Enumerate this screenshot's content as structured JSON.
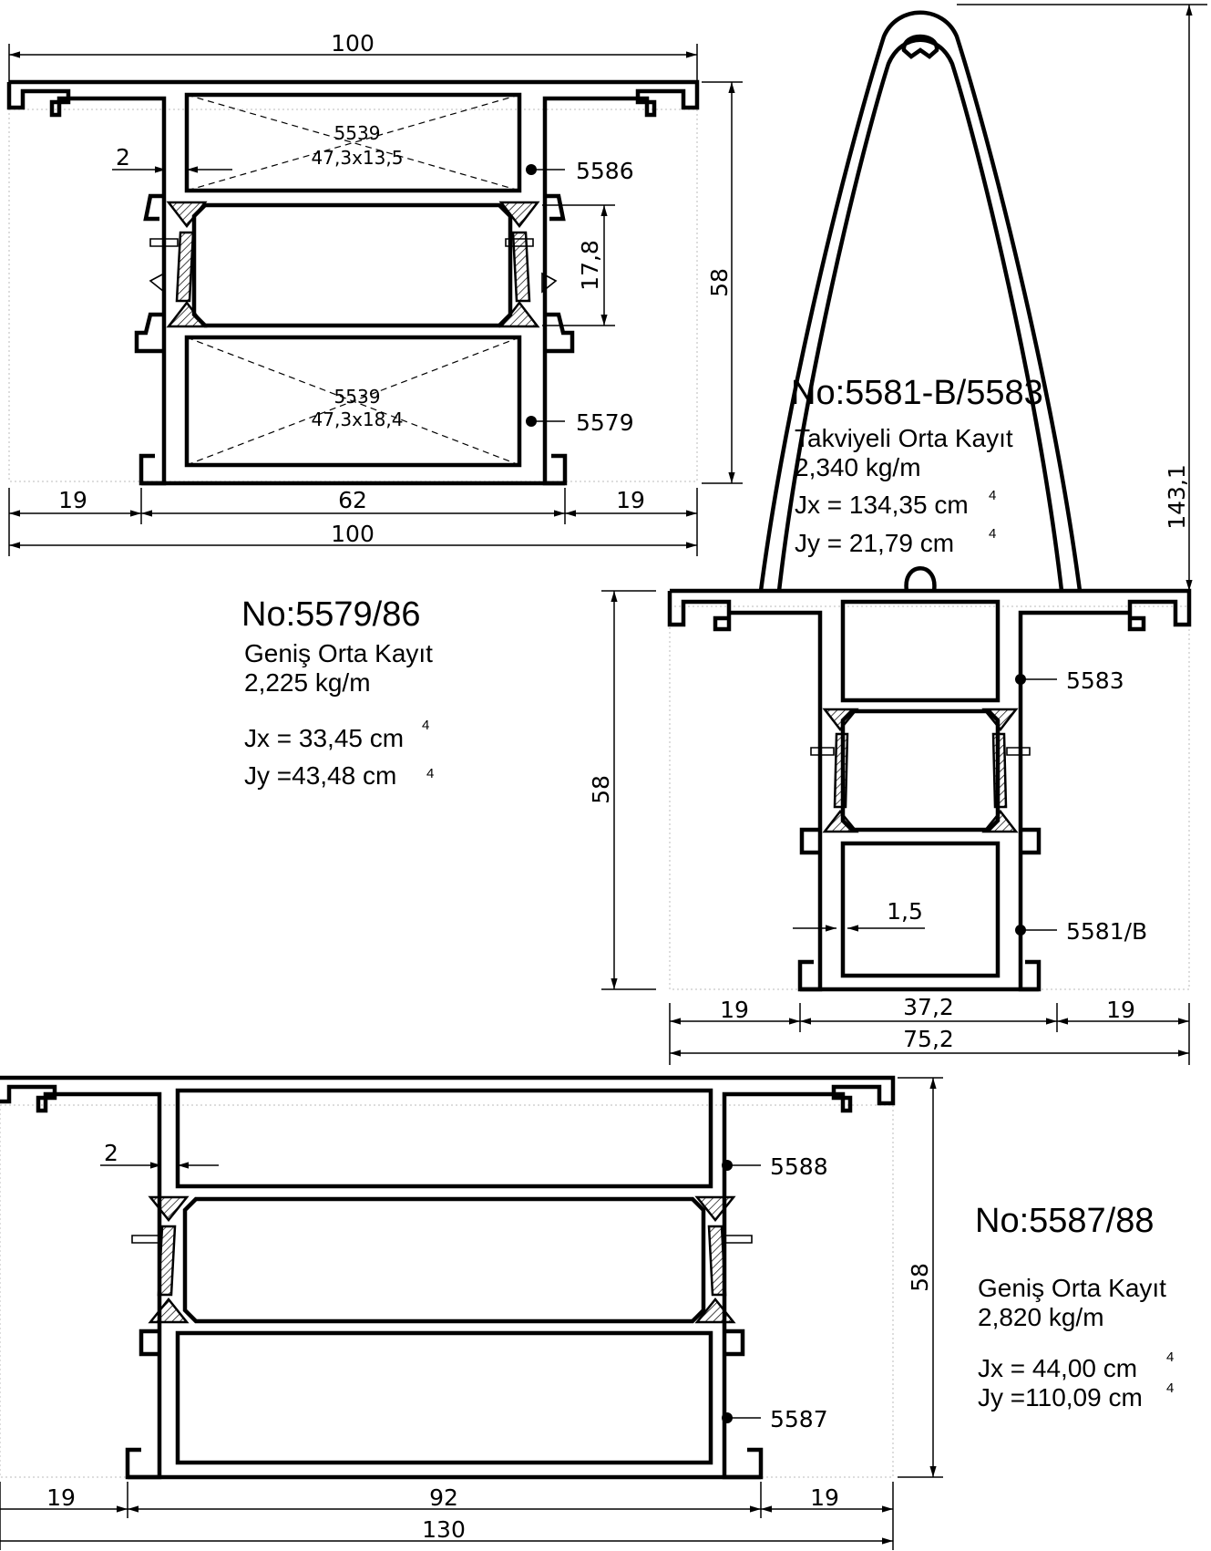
{
  "profiles": {
    "p5579": {
      "title": "No:5579/86",
      "desc": "Geniş Orta Kayıt",
      "weight": "2,225 kg/m",
      "jx": "Jx = 33,45 cm",
      "jy": "Jy =43,48 cm",
      "exp": "4",
      "dims": {
        "top": "100",
        "left": "19",
        "mid": "62",
        "right": "19",
        "total": "100",
        "height": "58",
        "inner": "17,8",
        "wall": "2"
      },
      "labels": {
        "upper": "5586",
        "lower": "5579"
      },
      "glass_upper": {
        "code": "5539",
        "size": "47,3x13,5"
      },
      "glass_lower": {
        "code": "5539",
        "size": "47,3x18,4"
      }
    },
    "p5581": {
      "title": "No:5581-B/5583",
      "desc": "Takviyeli Orta Kayıt",
      "weight": "2,340 kg/m",
      "jx": "Jx = 134,35 cm",
      "jy": "Jy =   21,79 cm",
      "exp": "4",
      "dims": {
        "left": "19",
        "mid": "37,2",
        "right": "19",
        "total": "75,2",
        "height": "58",
        "full_height": "143,1",
        "wall": "1,5"
      },
      "labels": {
        "upper": "5583",
        "lower": "5581/B"
      }
    },
    "p5587": {
      "title": "No:5587/88",
      "desc": "Geniş Orta Kayıt",
      "weight": "2,820 kg/m",
      "jx": "Jx =  44,00 cm",
      "jy": "Jy =110,09 cm",
      "exp": "4",
      "dims": {
        "left": "19",
        "mid": "92",
        "right": "19",
        "total": "130",
        "height": "58",
        "wall": "2"
      },
      "labels": {
        "upper": "5588",
        "lower": "5587"
      }
    }
  }
}
